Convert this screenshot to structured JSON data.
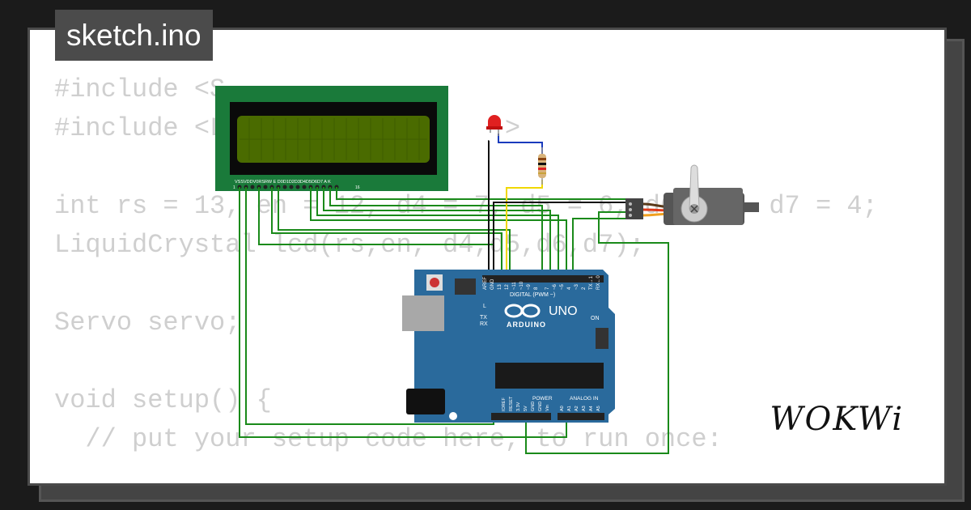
{
  "tab": {
    "title": "sketch.ino"
  },
  "code_lines": [
    "#include <S",
    "#include <L                  >",
    "",
    "int rs = 13, en = 12, d4 = 7, d5 = 6, d6 = 5, d7 = 4;",
    "LiquidCrystal lcd(rs,en, d4,d5,d6,d7);",
    "",
    "Servo servo;",
    "",
    "void setup() {",
    "  // put your setup code here, to run once:",
    "            "
  ],
  "brand": {
    "logo_text": "WOKWi"
  },
  "board": {
    "name": "ARDUINO",
    "model": "UNO",
    "digital_label": "DIGITAL (PWM ~)",
    "on_label": "ON",
    "l_label": "L",
    "tx_label": "TX",
    "rx_label": "RX",
    "power_label": "POWER",
    "analog_label": "ANALOG IN",
    "top_pins": [
      "AREF",
      "GND",
      "13",
      "12",
      "~11",
      "~10",
      "~9",
      "8",
      "7",
      "~6",
      "~5",
      "4",
      "~3",
      "2",
      "TX→1",
      "RX←0"
    ],
    "power_pins": [
      "IOREF",
      "RESET",
      "3.3V",
      "5V",
      "GND",
      "GND",
      "Vin"
    ],
    "analog_pins": [
      "A0",
      "A1",
      "A2",
      "A3",
      "A4",
      "A5"
    ]
  },
  "lcd": {
    "pin_header": "VSSVDDV0RSRW E D0D1D2D3D4D5D6D7 A  K",
    "pin_first": "1",
    "pin_last": "16"
  },
  "colors": {
    "wire_green": "#1a8a1a",
    "wire_black": "#111111",
    "wire_blue": "#1a3bbd",
    "wire_yellow": "#f0d800",
    "board_blue": "#2a6a9c",
    "lcd_pcb": "#1a7a3a",
    "lcd_screen": "#4a6b00"
  },
  "icons": {
    "led": "led-red-icon",
    "resistor": "resistor-icon",
    "servo": "servo-motor-icon",
    "reset": "reset-button-icon"
  }
}
